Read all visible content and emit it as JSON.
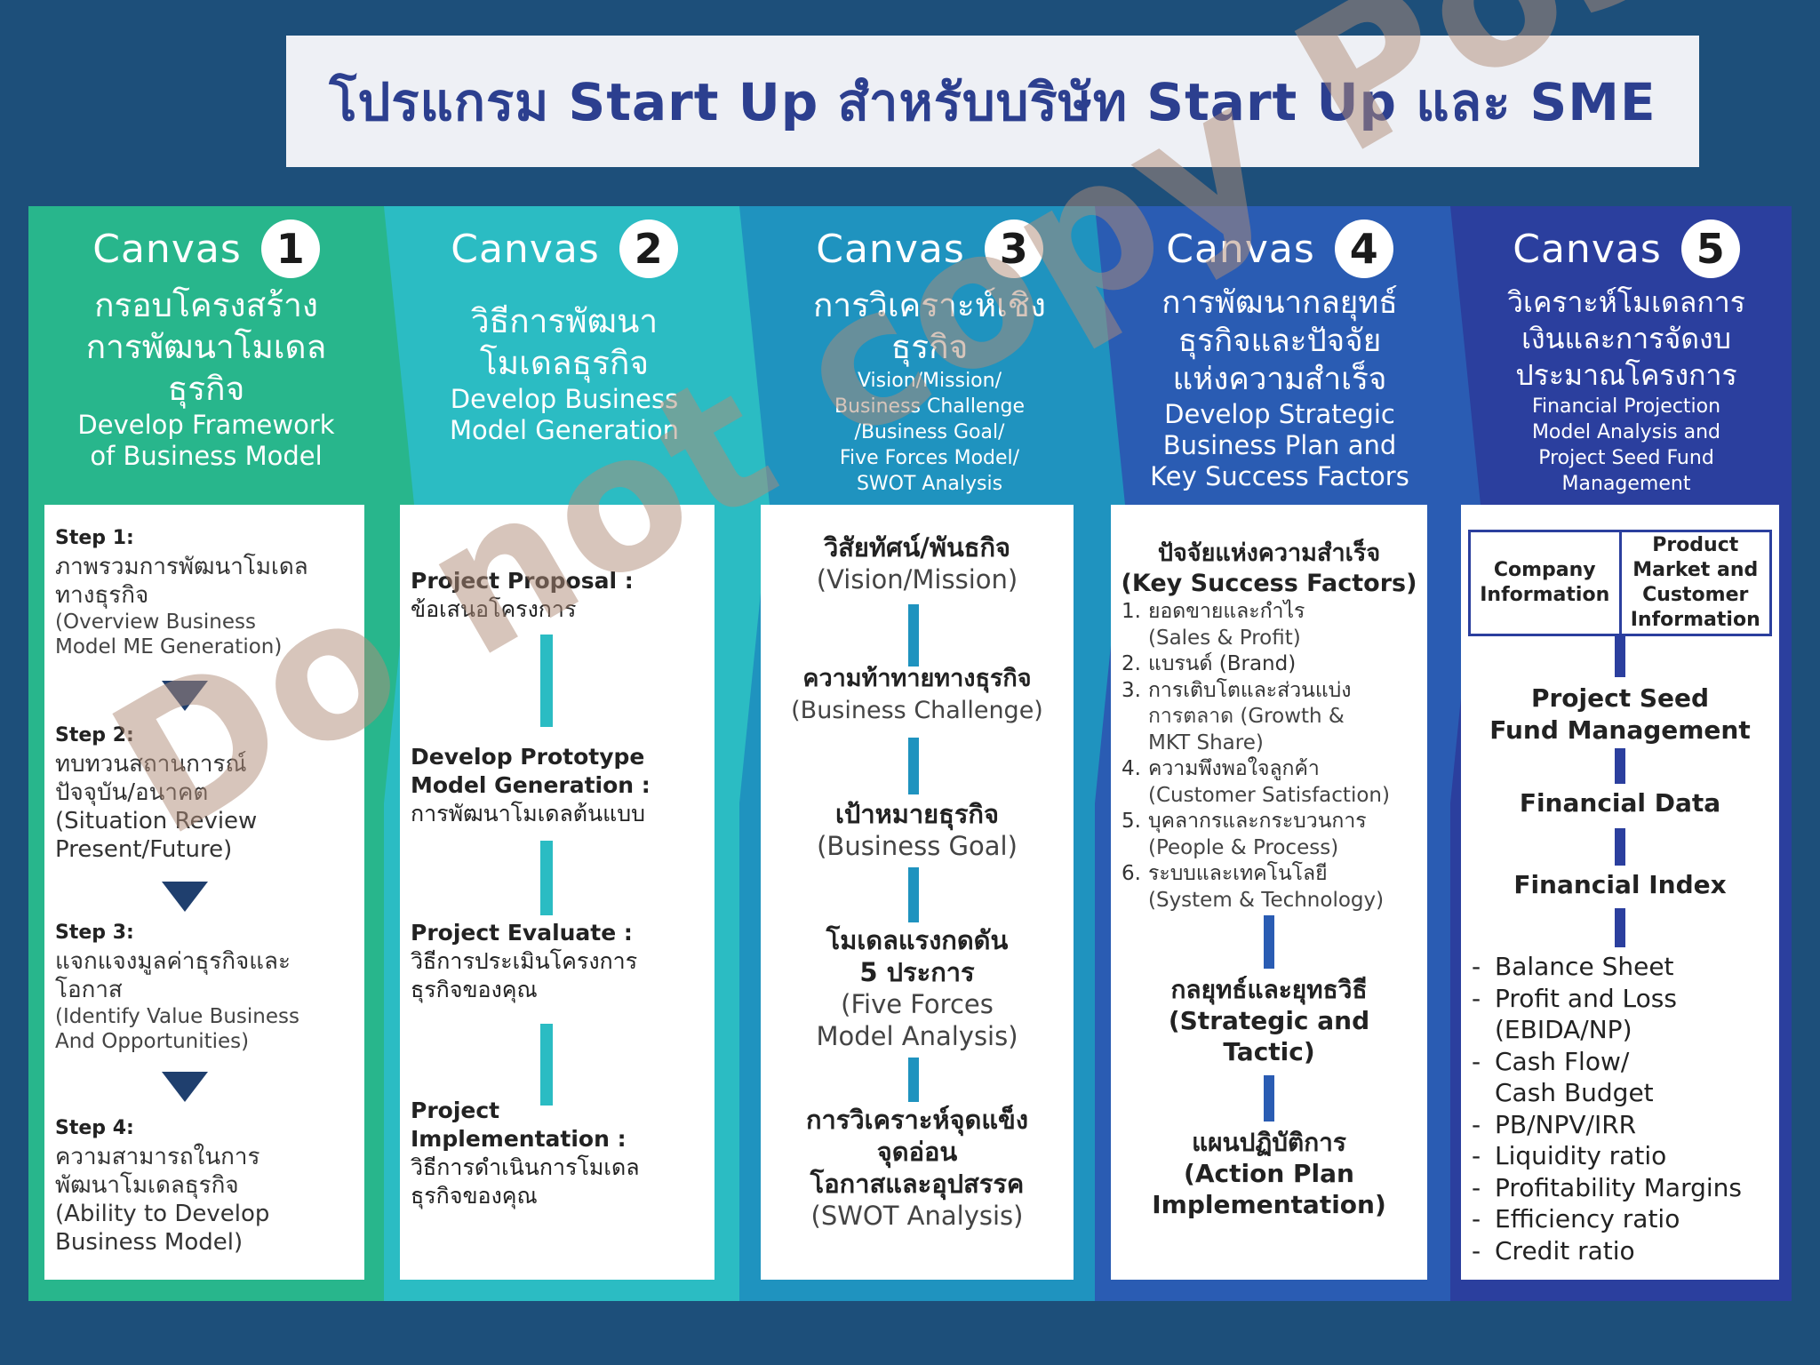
{
  "title": "โปรแกรม Start Up สำหรับบริษัท Start Up และ SME",
  "canvases": [
    {
      "canvas_label": "Canvas",
      "number": "1",
      "thai_lines": [
        "กรอบโครงสร้าง",
        "การพัฒนาโมเดล",
        "ธุรกิจ"
      ],
      "en_lines": [
        "Develop Framework",
        "of Business Model"
      ]
    },
    {
      "canvas_label": "Canvas",
      "number": "2",
      "thai_lines": [
        "วิธีการพัฒนา",
        "โมเดลธุรกิจ"
      ],
      "en_lines": [
        "Develop Business",
        "Model Generation"
      ]
    },
    {
      "canvas_label": "Canvas",
      "number": "3",
      "thai_lines": [
        "การวิเคราะห์เชิง",
        "ธุรกิจ"
      ],
      "en_lines": [
        "Vision/Mission/",
        "Business Challenge",
        "/Business Goal/",
        "Five Forces Model/",
        "SWOT Analysis"
      ]
    },
    {
      "canvas_label": "Canvas",
      "number": "4",
      "thai_lines": [
        "การพัฒนากลยุทธ์",
        "ธุรกิจและปัจจัย",
        "แห่งความสำเร็จ"
      ],
      "en_lines": [
        "Develop Strategic",
        "Business Plan and",
        "Key Success Factors"
      ]
    },
    {
      "canvas_label": "Canvas",
      "number": "5",
      "thai_lines": [
        "วิเคราะห์โมเดลการ",
        "เงินและการจัดงบ",
        "ประมาณโครงการ"
      ],
      "en_lines": [
        "Financial Projection",
        "Model Analysis and",
        "Project Seed Fund",
        "Management"
      ]
    }
  ],
  "panel1": {
    "steps": [
      {
        "label": "Step 1:",
        "lines": [
          "ภาพรวมการพัฒนาโมเดล",
          "ทางธุรกิจ"
        ],
        "en": [
          "(Overview Business",
          "Model ME Generation)"
        ]
      },
      {
        "label": "Step 2:",
        "lines": [
          "ทบทวนสถานการณ์",
          "ปัจจุบัน/อนาคต",
          "(Situation Review",
          "Present/Future)"
        ],
        "en": []
      },
      {
        "label": "Step 3:",
        "lines": [
          "แจกแจงมูลค่าธุรกิจและ",
          "โอกาส"
        ],
        "en": [
          "(Identify Value Business",
          "And Opportunities)"
        ]
      },
      {
        "label": "Step 4:",
        "lines": [
          "ความสามารถในการ",
          "พัฒนาโมเดลธุรกิจ",
          "(Ability to Develop",
          "Business Model)"
        ],
        "en": []
      }
    ]
  },
  "panel2": {
    "items": [
      {
        "bold": "Project Proposal :",
        "thai": [
          "ข้อเสนอโครงการ"
        ]
      },
      {
        "bold": "Develop Prototype Model Generation :",
        "thai": [
          "การพัฒนาโมเดลต้นแบบ"
        ]
      },
      {
        "bold": "Project Evaluate :",
        "thai": [
          "วิธีการประเมินโครงการ",
          "ธุรกิจของคุณ"
        ]
      },
      {
        "bold": "Project Implementation :",
        "thai": [
          "วิธีการดำเนินการโมเดล",
          "ธุรกิจของคุณ"
        ]
      }
    ]
  },
  "panel3": {
    "items": [
      {
        "thai": [
          "วิสัยทัศน์/พันธกิจ"
        ],
        "en": [
          "(Vision/Mission)"
        ]
      },
      {
        "thai": [
          "ความท้าทายทางธุรกิจ"
        ],
        "en": [
          "(Business Challenge)"
        ]
      },
      {
        "thai": [
          "เป้าหมายธุรกิจ"
        ],
        "en": [
          "(Business Goal)"
        ]
      },
      {
        "thai": [
          "โมเดลแรงกดดัน",
          "5 ประการ"
        ],
        "en": [
          "(Five Forces",
          "Model Analysis)"
        ]
      },
      {
        "thai": [
          "การวิเคราะห์จุดแข็ง",
          "จุดอ่อน",
          "โอกาสและอุปสรรค"
        ],
        "en": [
          "(SWOT Analysis)"
        ]
      }
    ]
  },
  "panel4": {
    "heading": [
      "ปัจจัยแห่งความสำเร็จ",
      "(Key Success Factors)"
    ],
    "factors": [
      {
        "n": "1.",
        "lines": [
          "ยอดขายและกำไร"
        ],
        "en": [
          "(Sales & Profit)"
        ]
      },
      {
        "n": "2.",
        "lines": [
          "แบรนด์ (Brand)"
        ],
        "en": []
      },
      {
        "n": "3.",
        "lines": [
          "การเติบโตและส่วนแบ่ง"
        ],
        "en": [
          "การตลาด (Growth &",
          "MKT Share)"
        ]
      },
      {
        "n": "4.",
        "lines": [
          "ความพึงพอใจลูกค้า"
        ],
        "en": [
          "(Customer Satisfaction)"
        ]
      },
      {
        "n": "5.",
        "lines": [
          "บุคลากรและกระบวนการ"
        ],
        "en": [
          "(People & Process)"
        ]
      },
      {
        "n": "6.",
        "lines": [
          "ระบบและเทคโนโลยี"
        ],
        "en": [
          "(System & Technology)"
        ]
      }
    ],
    "strategy": [
      "กลยุทธ์และยุทธวิธี",
      "(Strategic and",
      "Tactic)"
    ],
    "action": [
      "แผนปฏิบัติการ",
      "(Action Plan",
      "Implementation)"
    ]
  },
  "panel5": {
    "info_left": [
      "Company",
      "Information"
    ],
    "info_right": [
      "Product",
      "Market and",
      "Customer",
      "Information"
    ],
    "seed": [
      "Project Seed",
      "Fund Management"
    ],
    "financial_data": "Financial Data",
    "financial_index": "Financial Index",
    "list": [
      [
        "Balance Sheet"
      ],
      [
        "Profit and Loss",
        "(EBIDA/NP)"
      ],
      [
        "Cash Flow/",
        "Cash Budget"
      ],
      [
        "PB/NPV/IRR"
      ],
      [
        "Liquidity ratio"
      ],
      [
        "Profitability Margins"
      ],
      [
        "Efficiency ratio"
      ],
      [
        "Credit ratio"
      ]
    ]
  },
  "watermark": "Do not copy Post",
  "colors": {
    "background": "#1d4f7a",
    "canvas1": "#28b68c",
    "canvas2": "#2bbcc3",
    "canvas3": "#1f93bf",
    "canvas4": "#2a5cb3",
    "canvas5": "#2b3f9e",
    "title": "#2c3f8f"
  }
}
